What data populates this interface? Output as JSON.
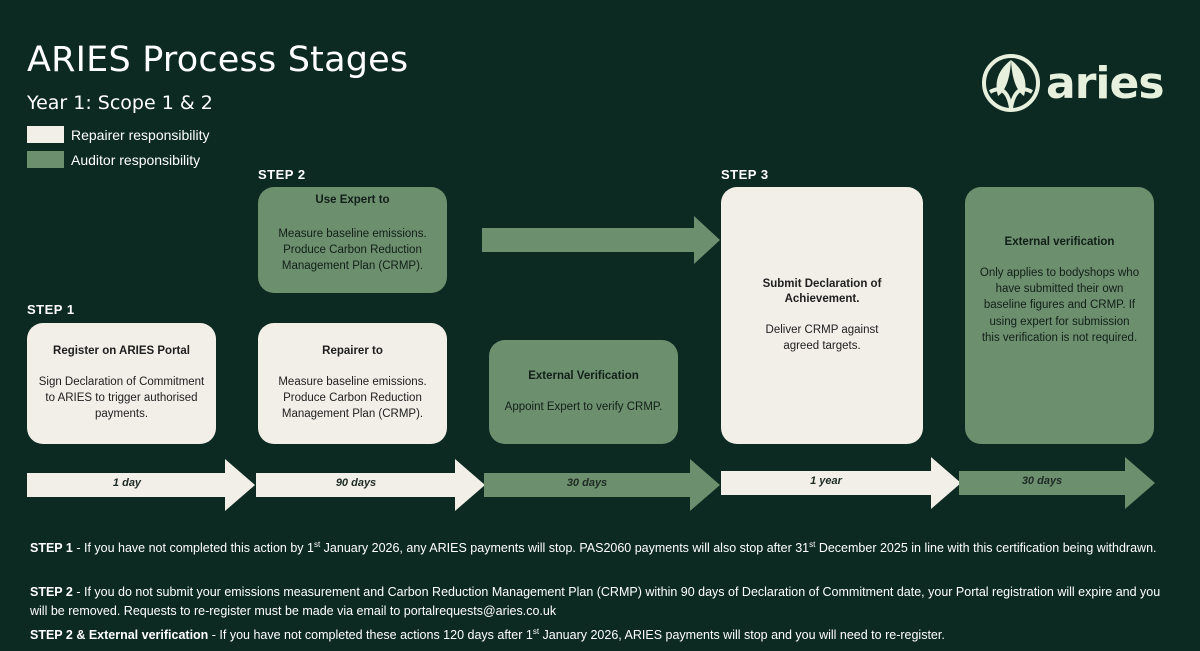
{
  "header": {
    "title": "ARIES Process Stages",
    "subtitle": "Year 1: Scope 1 & 2"
  },
  "legend": [
    {
      "label": "Repairer responsibility",
      "color": "#f1efe8"
    },
    {
      "label": "Auditor responsibility",
      "color": "#6c906e"
    }
  ],
  "logo": {
    "text": "aries",
    "icon": "leaf-globe-icon"
  },
  "steps": {
    "step1": "STEP 1",
    "step2": "STEP  2",
    "step3": "STEP  3"
  },
  "boxes": {
    "expert": {
      "title": "Use Expert to",
      "body": "Measure baseline emissions. Produce Carbon Reduction Management Plan (CRMP)."
    },
    "register": {
      "title": "Register on ARIES Portal",
      "body": "Sign Declaration of Commitment to ARIES to trigger authorised payments."
    },
    "repairer": {
      "title": "Repairer to",
      "body": "Measure baseline emissions. Produce Carbon Reduction Management Plan (CRMP)."
    },
    "ext_verification_1": {
      "title": "External Verification",
      "body": "Appoint Expert to verify CRMP."
    },
    "submit": {
      "title": "Submit Declaration of Achievement.",
      "body": "Deliver CRMP against agreed targets."
    },
    "ext_verification_2": {
      "title": "External verification",
      "body": "Only applies to bodyshops who have submitted their own baseline figures and CRMP.  If using expert for submission this verification is not required."
    }
  },
  "timeline": [
    {
      "label": "1 day",
      "color": "#f1efe8"
    },
    {
      "label": "90 days",
      "color": "#f1efe8"
    },
    {
      "label": "30 days",
      "color": "#6c906e"
    },
    {
      "label": "1 year",
      "color": "#f1efe8"
    },
    {
      "label": "30 days",
      "color": "#6c906e"
    }
  ],
  "notes": {
    "n1_lead": "STEP 1",
    "n1_a": " - If you have not completed this action by 1",
    "n1_sup1": "st",
    "n1_b": " January 2026, any ARIES payments will stop.  PAS2060 payments will also stop after 31",
    "n1_sup2": "st",
    "n1_c": " December 2025 in line with this certification being withdrawn.",
    "n2_lead": "STEP 2",
    "n2_a": " - If you do not submit your emissions measurement and Carbon Reduction Management Plan (CRMP) within 90 days of Declaration of Commitment date, your Portal registration will expire and you will be removed.  Requests to re-register must be made via email to portalrequests@aries.co.uk",
    "n3_lead": "STEP 2 & External verification",
    "n3_a": " - If you have not completed these actions 120 days after 1",
    "n3_sup": "st",
    "n3_b": " January 2026, ARIES payments will stop and you will need to re-register."
  },
  "colors": {
    "background": "#0d2a22",
    "light": "#f1efe8",
    "green": "#6c906e"
  }
}
